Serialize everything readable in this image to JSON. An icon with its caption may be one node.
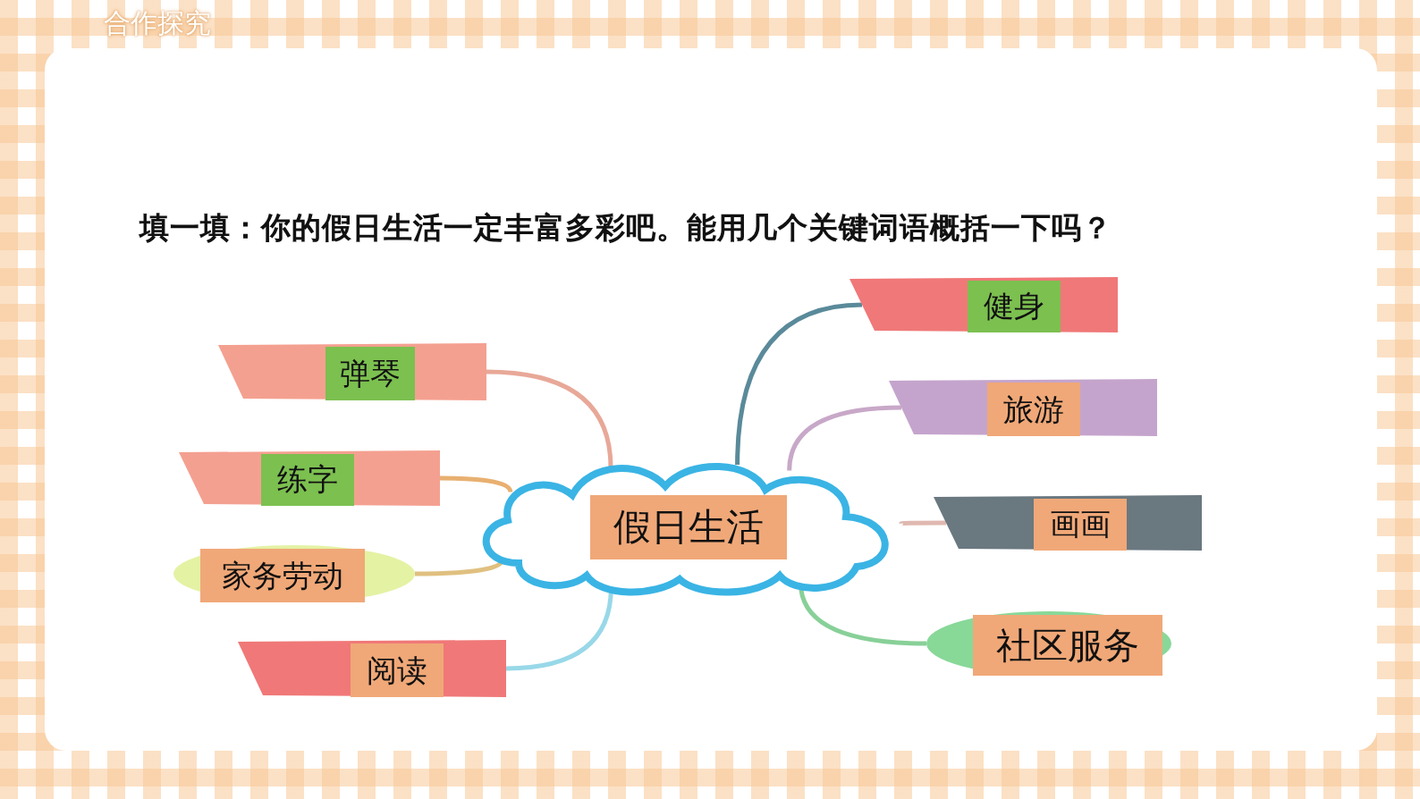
{
  "diagram": {
    "title": "合作探究",
    "nodes": [
      {
        "text": [
          "假日生活"
        ]
      },
      {
        "text": [
          "弹琴"
        ]
      },
      {
        "text": [
          "练字"
        ]
      },
      {
        "text": [
          "家务劳动"
        ]
      },
      {
        "text": [
          "阅读"
        ]
      },
      {
        "text": [
          "健身"
        ]
      },
      {
        "text": [
          "旅游"
        ]
      },
      {
        "text": [
          "画画"
        ]
      },
      {
        "text": [
          "社区服务"
        ]
      }
    ],
    "edges": [
      {
        "from": 0,
        "to": 1,
        "arrow": "none",
        "color": "#e8a898"
      },
      {
        "from": 0,
        "to": 2,
        "arrow": "none",
        "color": "#e8b070"
      },
      {
        "from": 0,
        "to": 3,
        "arrow": "none",
        "color": "#e0c080"
      },
      {
        "from": 0,
        "to": 4,
        "arrow": "none",
        "color": "#98d8e8"
      },
      {
        "from": 0,
        "to": 5,
        "arrow": "none",
        "color": "#5a8a9a"
      },
      {
        "from": 0,
        "to": 6,
        "arrow": "none",
        "color": "#c8a8c8"
      },
      {
        "from": 0,
        "to": 7,
        "arrow": "none",
        "color": "#e0b8b0"
      },
      {
        "from": 0,
        "to": 8,
        "arrow": "none",
        "color": "#88d098"
      }
    ],
    "labels": [
      "填一填：你的假日生活一定丰富多彩吧。能用几个关键词语概括一下吗？"
    ]
  }
}
